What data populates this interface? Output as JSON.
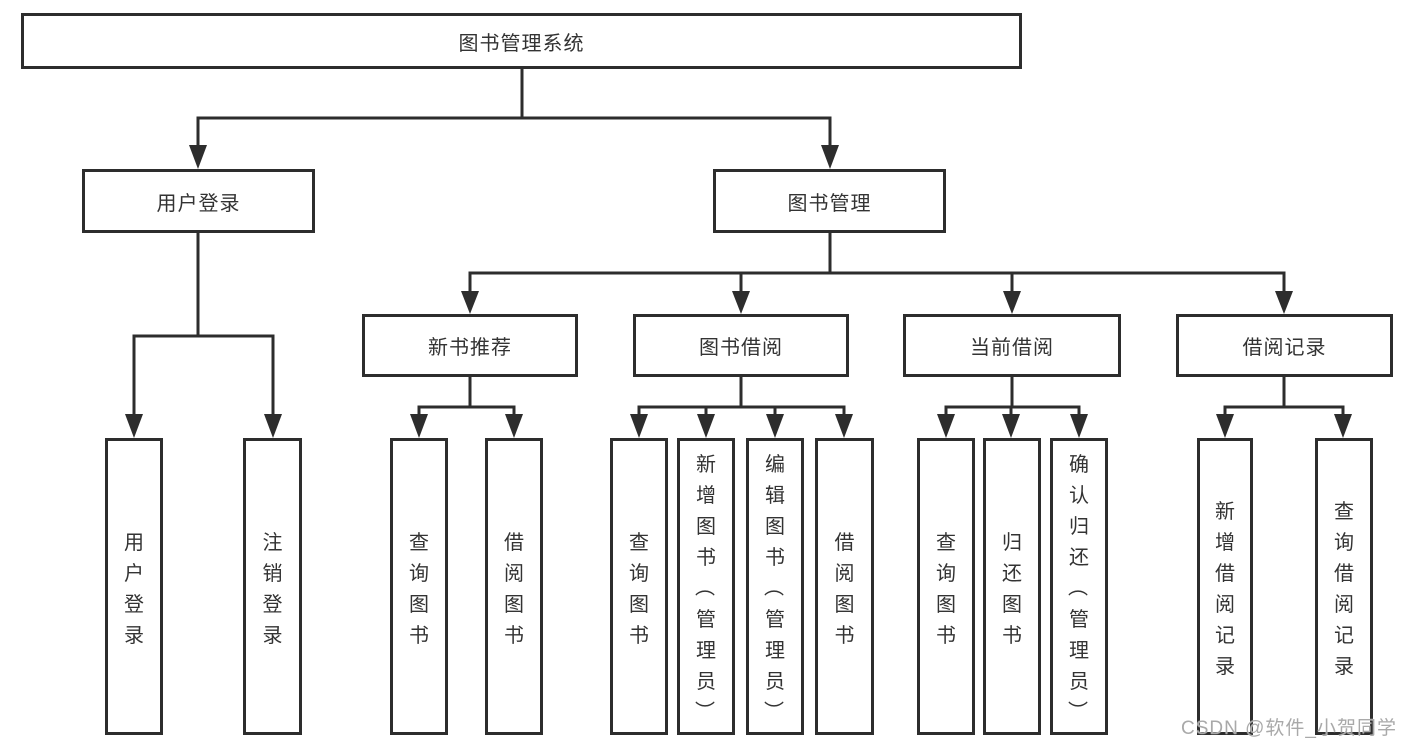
{
  "tree": {
    "root": {
      "label": "图书管理系统",
      "children": [
        {
          "label": "用户登录",
          "children": [
            {
              "label": "用户登录"
            },
            {
              "label": "注销登录"
            }
          ]
        },
        {
          "label": "图书管理",
          "children": [
            {
              "label": "新书推荐",
              "children": [
                {
                  "label": "查询图书"
                },
                {
                  "label": "借阅图书"
                }
              ]
            },
            {
              "label": "图书借阅",
              "children": [
                {
                  "label": "查询图书"
                },
                {
                  "label": "新增图书（管理员）"
                },
                {
                  "label": "编辑图书（管理员）"
                },
                {
                  "label": "借阅图书"
                }
              ]
            },
            {
              "label": "当前借阅",
              "children": [
                {
                  "label": "查询图书"
                },
                {
                  "label": "归还图书"
                },
                {
                  "label": "确认归还（管理员）"
                }
              ]
            },
            {
              "label": "借阅记录",
              "children": [
                {
                  "label": "新增借阅记录"
                },
                {
                  "label": "查询借阅记录"
                }
              ]
            }
          ]
        }
      ]
    }
  },
  "watermark": {
    "text": "CSDN @软件_小贺同学"
  },
  "colors": {
    "line": "#2d2d2d",
    "box_border": "#2d2d2d",
    "text": "#333333",
    "watermark": "#a9a9a9",
    "background": "#ffffff"
  }
}
